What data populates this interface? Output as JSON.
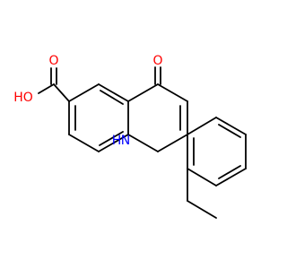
{
  "labels": {
    "hydroxyl": "HO",
    "carbonyl_o1": "O",
    "carbonyl_o2": "O",
    "amine": "H",
    "amine_n": "N"
  },
  "colors": {
    "bond": "#000000",
    "oxygen": "#ff0000",
    "nitrogen": "#0000ff"
  }
}
